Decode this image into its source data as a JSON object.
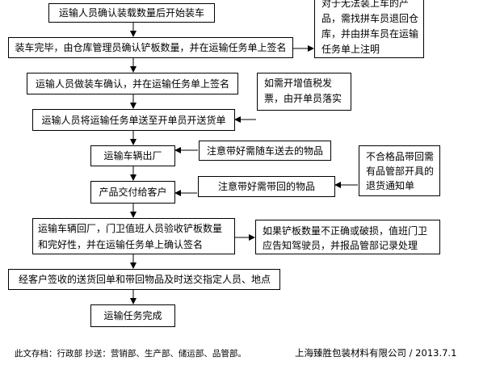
{
  "flow": {
    "step1": "运输人员确认装载数量后开始装车",
    "step2": "装车完毕，由仓库管理员确认铲板数量，并在运输任务单上签名",
    "step3": "运输人员做装车确认，并在运输任务单上签名",
    "step4": "运输人员将运输任务单送至开单员开送货单",
    "step5": "运输车辆出厂",
    "step6": "产品交付给客户",
    "step7_line1": "运输车辆回厂，门卫值班人员验收铲板数量",
    "step7_line2": "和完好性，并在运输任务单上确认签名",
    "step8": "经客户签收的送货回单和带回物品及时送交指定人员、地点",
    "step9": "运输任务完成"
  },
  "notes": {
    "note_top_line1": "对于无法装上车的产",
    "note_top_line2": "品，需找拼车员退回仓",
    "note_top_line3": "库，并由拼车员在运输",
    "note_top_line4": "任务单上注明",
    "note_vat_line1": "如需开增值税发",
    "note_vat_line2": "票，由开单员落实",
    "note_goods": "注意带好需随车送去的物品",
    "note_return": "注意带好需带回的物品",
    "note_unqualified_line1": "不合格品带回需",
    "note_unqualified_line2": "有品管部开具的",
    "note_unqualified_line3": "退货通知单",
    "note_pallet_line1": "如果铲板数量不正确或破损，值班门卫",
    "note_pallet_line2": "应告知驾驶员，并报品管部记录处理"
  },
  "footer": {
    "archive": "此文存档：行政部    抄送：营销部、生产部、储运部、品管部。",
    "company": "上海臻胜包装材料有限公司  / 2013.7.1"
  }
}
